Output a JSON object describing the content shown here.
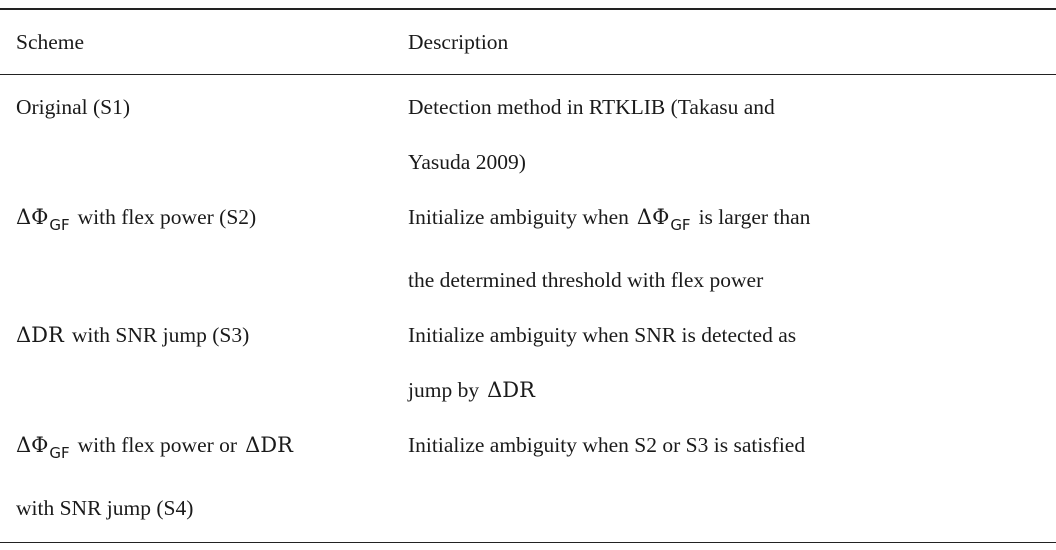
{
  "table": {
    "headers": [
      "Scheme",
      "Description"
    ],
    "rows": [
      {
        "scheme_lines": [
          "Original (S1)"
        ],
        "description_lines": [
          "Detection method in RTKLIB (Takasu and",
          "Yasuda 2009)"
        ]
      },
      {
        "scheme_math": {
          "symbol": "ΔΦ",
          "subscript": "GF"
        },
        "scheme_text": "with flex power (S2)",
        "description_pre": "Initialize ambiguity when",
        "description_math": {
          "symbol": "ΔΦ",
          "subscript": "GF"
        },
        "description_post": "is larger than",
        "description_line2": "the determined threshold with flex power"
      },
      {
        "scheme_math": "ΔDR",
        "scheme_text": "with SNR jump (S3)",
        "description_line1": "Initialize ambiguity when SNR is detected as",
        "description_pre2": "jump by",
        "description_math2": "ΔDR"
      },
      {
        "scheme_math": {
          "symbol": "ΔΦ",
          "subscript": "GF"
        },
        "scheme_text": "with flex power or",
        "scheme_math2": "ΔDR",
        "scheme_line2": "with SNR jump (S4)",
        "description_line1": "Initialize ambiguity when S2 or S3 is satisfied"
      }
    ]
  }
}
